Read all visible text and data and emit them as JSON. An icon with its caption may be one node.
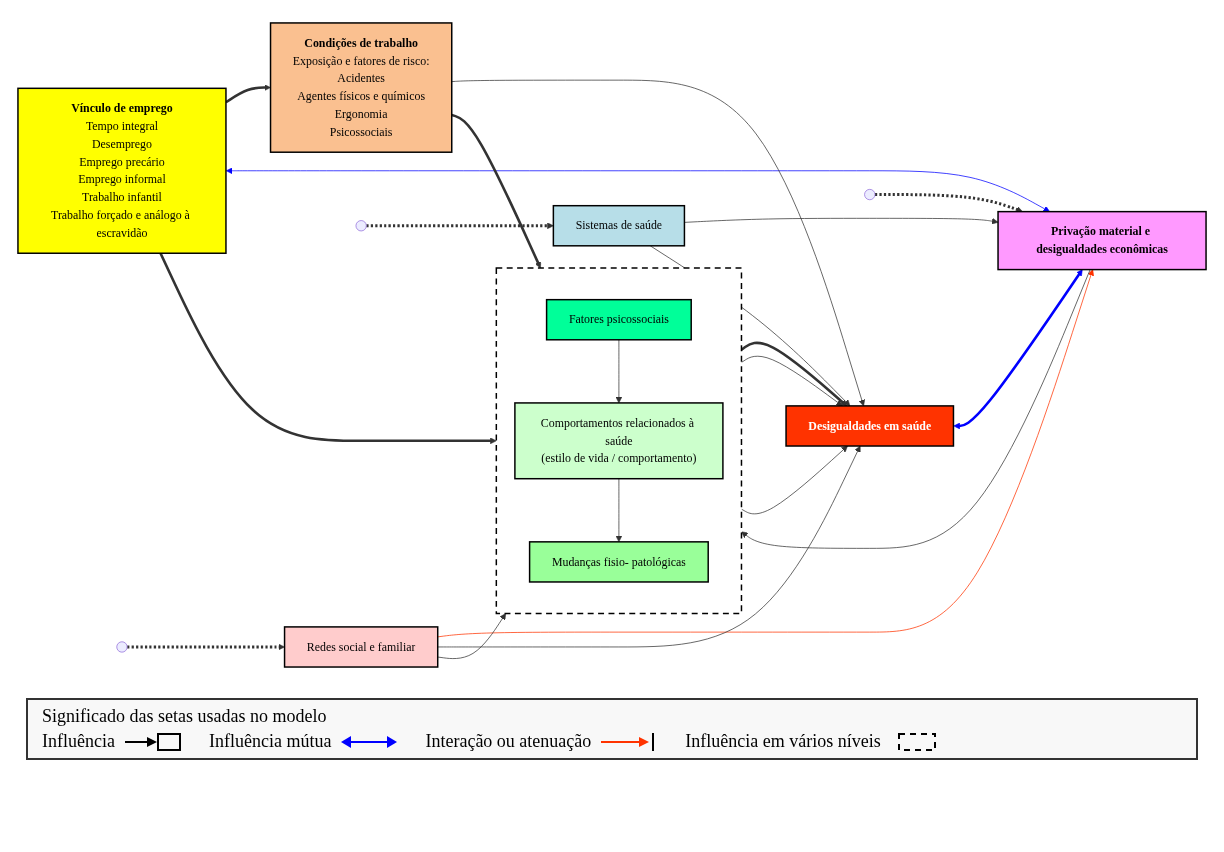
{
  "diagram": {
    "nodes": [
      {
        "text": [
          "Vínculo de emprego",
          "Tempo integral",
          "Desemprego",
          "Emprego precário",
          "Emprego informal",
          "Trabalho infantil",
          "Trabalho forçado e análogo à escravidão"
        ]
      },
      {
        "text": [
          "Condições de trabalho",
          "Exposição e fatores de risco:",
          "Acidentes",
          "Agentes físicos e químicos",
          "Ergonomia",
          "Psicossociais"
        ]
      },
      {
        "text": [],
        "shape": "box"
      },
      {
        "text": [
          "Comportamentos relacionados à saúde",
          "(estilo de vida / comportamento)"
        ],
        "in": 2
      },
      {
        "text": [
          "Mudanças fisio- patológicas"
        ],
        "in": 2
      },
      {
        "text": [
          "Fatores psicossociais"
        ],
        "in": 2
      },
      {
        "text": [
          "Desigualdades em saúde"
        ]
      },
      {
        "text": [
          "Privação material e desigualdades econômicas"
        ]
      },
      {
        "text": [
          "Sistemas de saúde"
        ]
      },
      {
        "text": [
          "Redes social e familiar"
        ]
      }
    ],
    "edges": [
      {
        "from": 0,
        "to": 1,
        "arrow": "to",
        "style": "thick"
      },
      {
        "from": 1,
        "to": 2,
        "arrow": "to",
        "style": "thick"
      },
      {
        "from": 0,
        "to": 2,
        "arrow": "to",
        "style": "thick"
      },
      {
        "from": 0,
        "to": 7,
        "arrow": "both",
        "color": "#0000ff"
      },
      {
        "from": 7,
        "to": 2,
        "arrow": "to"
      },
      {
        "from": 1,
        "to": 6,
        "arrow": "to"
      },
      {
        "from": 2,
        "to": 6,
        "arrow": "to",
        "style": "thick"
      },
      {
        "from": 2,
        "to": 6,
        "arrow": "to"
      },
      {
        "from": 2,
        "to": 6,
        "arrow": "to"
      },
      {
        "from": 5,
        "to": 3,
        "arrow": "to"
      },
      {
        "from": 3,
        "to": 4,
        "arrow": "to"
      },
      {
        "from": 6,
        "to": 7,
        "arrow": "both",
        "style": "thick",
        "color": "#0000ff"
      },
      {
        "from": 9,
        "to": 7,
        "arrow": "to",
        "color": "#ff3300"
      },
      {
        "from": 9,
        "to": 2,
        "arrow": "to"
      },
      {
        "from": 8,
        "to": 7,
        "arrow": "to"
      },
      {
        "from": 8,
        "to": 6,
        "arrow": "to"
      },
      {
        "from": 9,
        "to": 6,
        "arrow": "to"
      },
      {
        "from": null,
        "to": 7,
        "arrow": "to",
        "style": "dashed"
      },
      {
        "from": null,
        "to": 8,
        "arrow": "to",
        "style": "dashed"
      },
      {
        "from": null,
        "to": 9,
        "arrow": "to",
        "style": "dashed"
      }
    ],
    "labels": [
      "Significado das setas usadas no modelo"
    ],
    "legend": [
      {
        "text": "Influência"
      },
      {
        "text": "Influência mútua"
      },
      {
        "text": "Interação ou atenuação"
      },
      {
        "text": "Influência em vários níveis"
      }
    ]
  }
}
